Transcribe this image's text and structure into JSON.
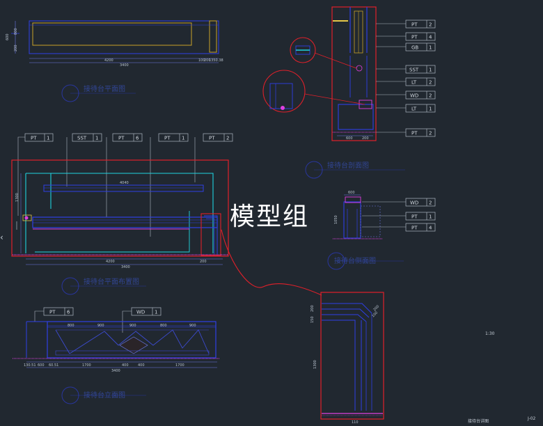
{
  "watermark": "模型组",
  "scale_label": "1:30",
  "sheet_title": "接待台详图",
  "sheet_number": "J-02",
  "nav_arrow": "‹",
  "plan_top": {
    "dims": [
      "4200",
      "100",
      "3400",
      "200",
      "1350.38"
    ],
    "side_dims": [
      "600",
      "800",
      "200"
    ],
    "caption": "接待台平面图"
  },
  "elevation": {
    "tags": [
      {
        "code": "PT",
        "num": "1"
      },
      {
        "code": "SST",
        "num": "1"
      },
      {
        "code": "PT",
        "num": "6"
      },
      {
        "code": "PT",
        "num": "1"
      },
      {
        "code": "PT",
        "num": "2"
      }
    ],
    "dims": [
      "4200",
      "3400",
      "200",
      "1300"
    ],
    "inner_dims": [
      "4040"
    ],
    "caption": "接待台平面布置图"
  },
  "front": {
    "tags": [
      {
        "code": "PT",
        "num": "6"
      },
      {
        "code": "WD",
        "num": "1"
      }
    ],
    "top_dims": [
      "800",
      "900",
      "900",
      "800",
      "900"
    ],
    "bottom_dims": [
      "130.51",
      "600",
      "60.51",
      "1700",
      "400",
      "400",
      "1700"
    ],
    "total_dim": "3400",
    "caption": "接待台立面图"
  },
  "section": {
    "tags": [
      {
        "code": "PT",
        "num": "2"
      },
      {
        "code": "PT",
        "num": "4"
      },
      {
        "code": "GB",
        "num": "1"
      },
      {
        "code": "SST",
        "num": "1"
      },
      {
        "code": "LT",
        "num": "2"
      },
      {
        "code": "WD",
        "num": "2"
      },
      {
        "code": "LT",
        "num": "1"
      },
      {
        "code": "PT",
        "num": "2"
      }
    ],
    "dims": [
      "600",
      "200"
    ],
    "caption": "接待台剖面图"
  },
  "side": {
    "tags": [
      {
        "code": "WD",
        "num": "2"
      },
      {
        "code": "PT",
        "num": "1"
      },
      {
        "code": "PT",
        "num": "4"
      }
    ],
    "dims": [
      "600",
      "1050"
    ],
    "caption": "接待台侧面图"
  },
  "corner_detail": {
    "dims": [
      "200",
      "100",
      "200",
      "150",
      "1300",
      "110"
    ]
  }
}
